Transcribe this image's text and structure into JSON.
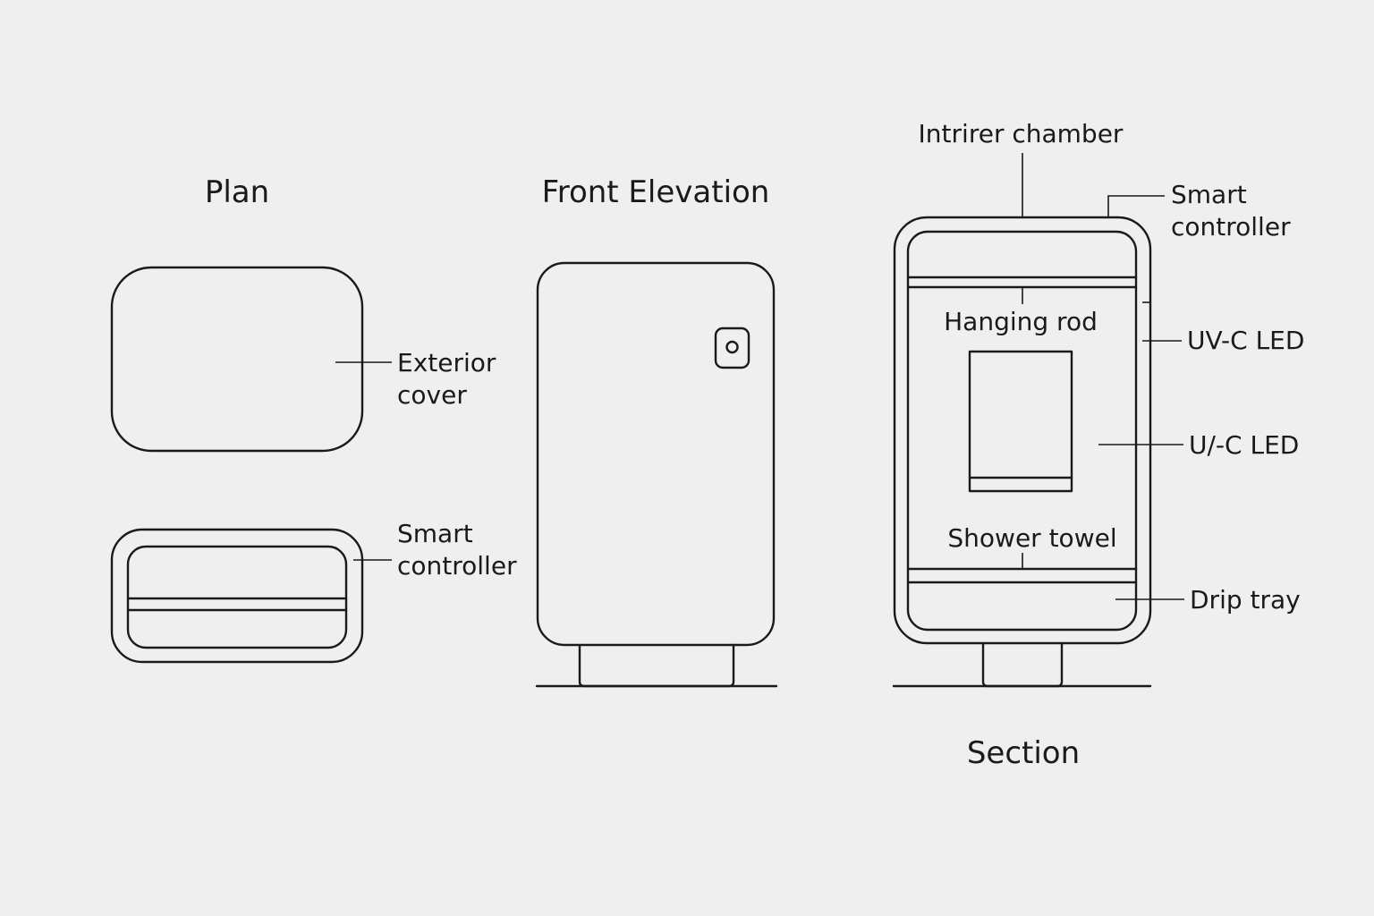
{
  "colors": {
    "background": "#efefef",
    "ink": "#1a1a1a"
  },
  "views": {
    "plan": {
      "title": "Plan",
      "exterior_cover_line1": "Exterior",
      "exterior_cover_line2": "cover",
      "smart_controller_line1": "Smart",
      "smart_controller_line2": "controller"
    },
    "front": {
      "title": "Front Elevation"
    },
    "section": {
      "title": "Section",
      "interior_chamber": "Intrirer chamber",
      "smart_controller_line1": "Smart",
      "smart_controller_line2": "controller",
      "hanging_rod": "Hanging rod",
      "uvc_led_1": "UV-C LED",
      "uvc_led_2": "U/-C LED",
      "shower_towel": "Shower towel",
      "drip_tray": "Drip tray"
    }
  }
}
